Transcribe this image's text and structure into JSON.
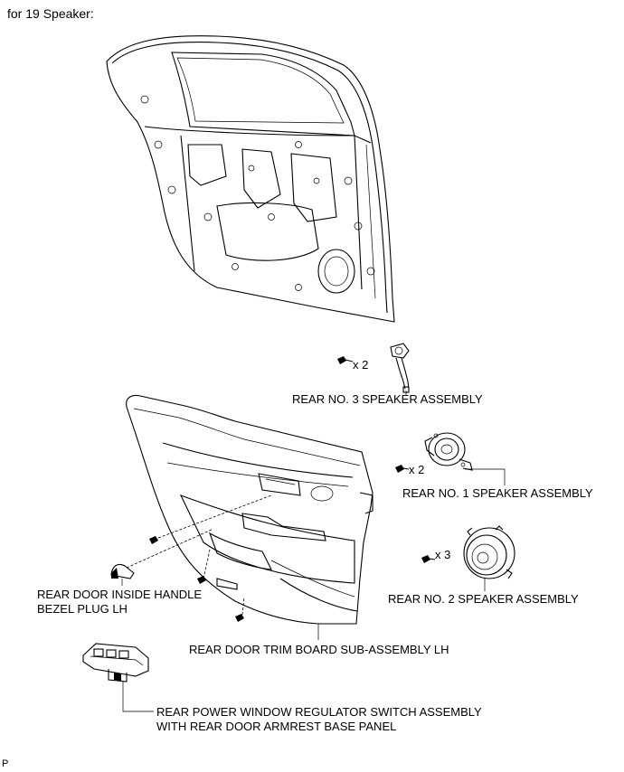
{
  "header": {
    "title": "for 19 Speaker:"
  },
  "callouts": {
    "screw_x2_upper": "x 2",
    "screw_x2_middle": "x 2",
    "screw_x3": "x 3"
  },
  "labels": {
    "rear_no3_speaker": "REAR NO. 3 SPEAKER ASSEMBLY",
    "rear_no1_speaker": "REAR NO. 1 SPEAKER ASSEMBLY",
    "rear_no2_speaker": "REAR NO. 2 SPEAKER ASSEMBLY",
    "bezel_plug_line1": "REAR DOOR INSIDE HANDLE",
    "bezel_plug_line2": "BEZEL PLUG LH",
    "trim_board": "REAR DOOR TRIM BOARD SUB-ASSEMBLY LH",
    "switch_line1": "REAR POWER WINDOW REGULATOR SWITCH ASSEMBLY",
    "switch_line2": "WITH REAR DOOR ARMREST BASE PANEL"
  },
  "footer": {
    "code": "P"
  }
}
